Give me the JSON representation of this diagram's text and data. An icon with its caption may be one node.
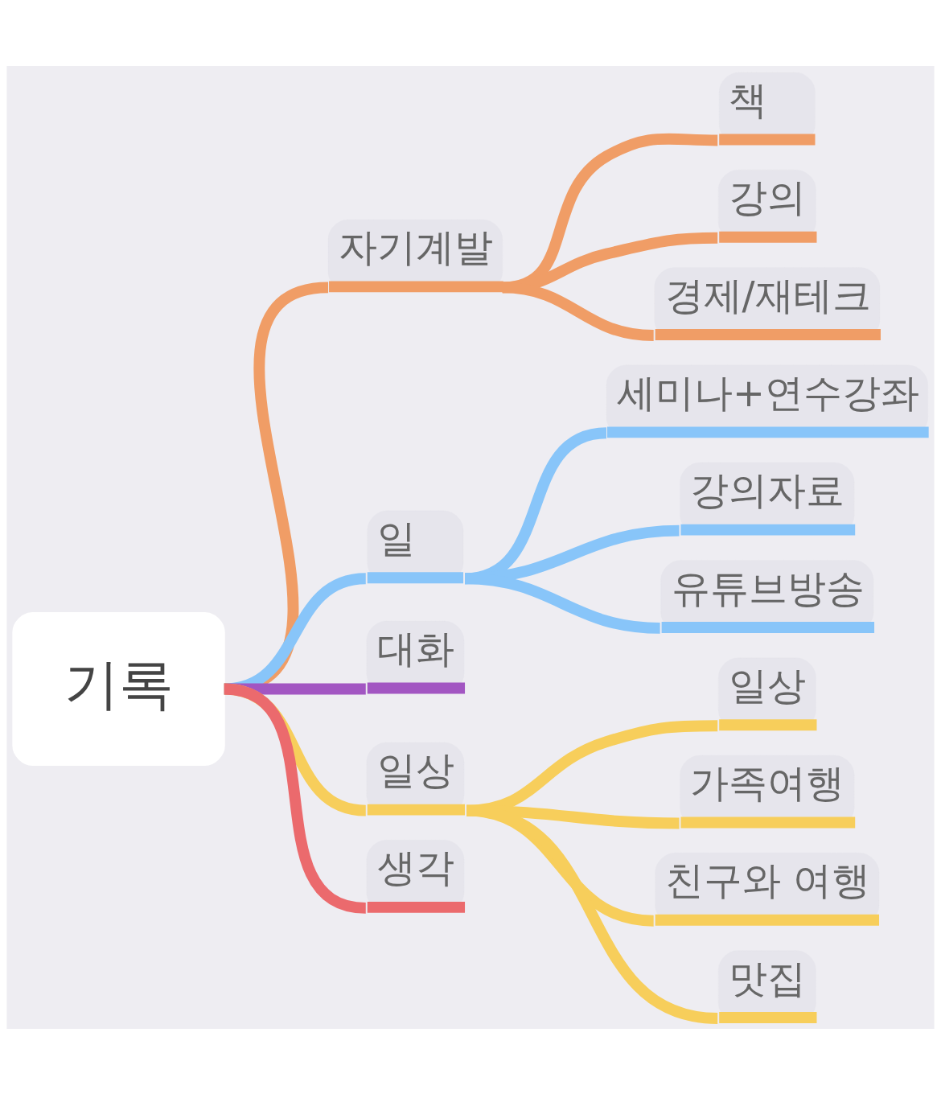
{
  "diagram": {
    "nodes": [
      {
        "text": [
          "기록"
        ]
      },
      {
        "text": [
          "자기계발"
        ]
      },
      {
        "text": [
          "책"
        ]
      },
      {
        "text": [
          "강의"
        ]
      },
      {
        "text": [
          "경제/재테크"
        ]
      },
      {
        "text": [
          "일"
        ]
      },
      {
        "text": [
          "세미나+연수강좌"
        ]
      },
      {
        "text": [
          "강의자료"
        ]
      },
      {
        "text": [
          "유튜브방송"
        ]
      },
      {
        "text": [
          "대화"
        ]
      },
      {
        "text": [
          "일상"
        ]
      },
      {
        "text": [
          "일상"
        ]
      },
      {
        "text": [
          "가족여행"
        ]
      },
      {
        "text": [
          "친구와 여행"
        ]
      },
      {
        "text": [
          "맛집"
        ]
      },
      {
        "text": [
          "생각"
        ]
      }
    ],
    "edges": [
      {
        "from": 0,
        "to": 1,
        "arrow": "none",
        "color": "#f09d66"
      },
      {
        "from": 1,
        "to": 2,
        "arrow": "none",
        "color": "#f09d66"
      },
      {
        "from": 1,
        "to": 3,
        "arrow": "none",
        "color": "#f09d66"
      },
      {
        "from": 1,
        "to": 4,
        "arrow": "none",
        "color": "#f09d66"
      },
      {
        "from": 0,
        "to": 5,
        "arrow": "none",
        "color": "#88c5f9"
      },
      {
        "from": 5,
        "to": 6,
        "arrow": "none",
        "color": "#88c5f9"
      },
      {
        "from": 5,
        "to": 7,
        "arrow": "none",
        "color": "#88c5f9"
      },
      {
        "from": 5,
        "to": 8,
        "arrow": "none",
        "color": "#88c5f9"
      },
      {
        "from": 0,
        "to": 9,
        "arrow": "none",
        "color": "#a256c2"
      },
      {
        "from": 0,
        "to": 10,
        "arrow": "none",
        "color": "#f7ce5b"
      },
      {
        "from": 10,
        "to": 11,
        "arrow": "none",
        "color": "#f7ce5b"
      },
      {
        "from": 10,
        "to": 12,
        "arrow": "none",
        "color": "#f7ce5b"
      },
      {
        "from": 10,
        "to": 13,
        "arrow": "none",
        "color": "#f7ce5b"
      },
      {
        "from": 10,
        "to": 14,
        "arrow": "none",
        "color": "#f7ce5b"
      },
      {
        "from": 0,
        "to": 15,
        "arrow": "none",
        "color": "#eb6a6d"
      }
    ]
  }
}
